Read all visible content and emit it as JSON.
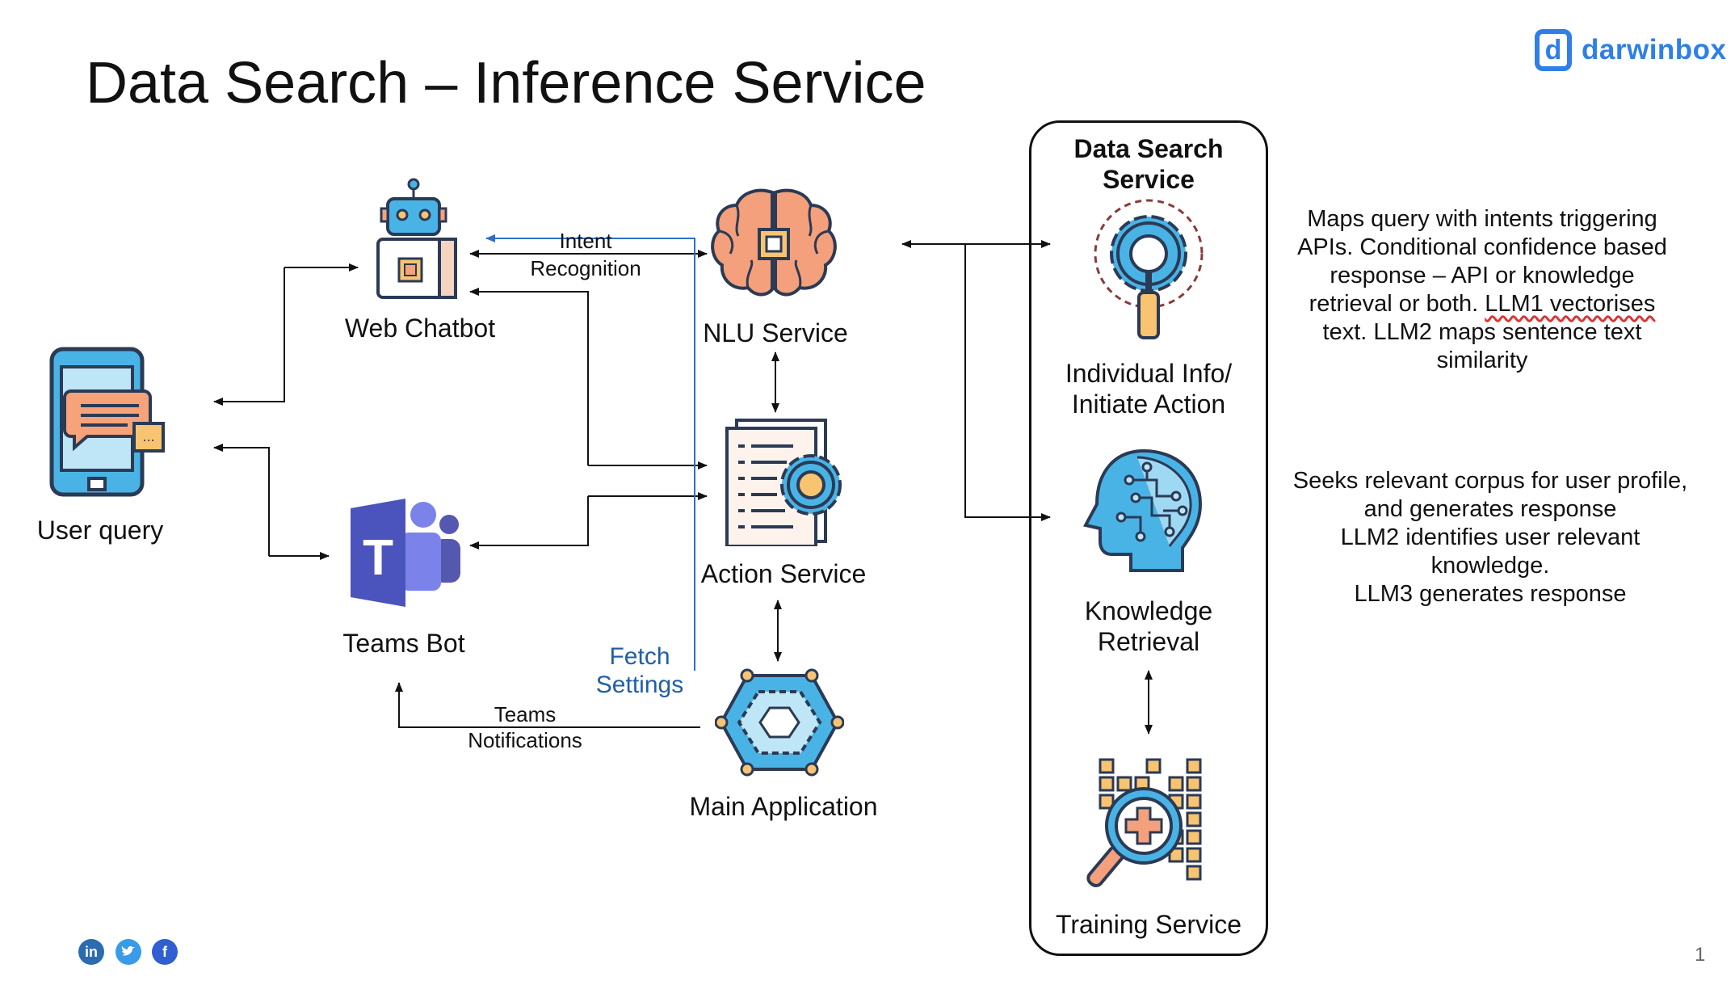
{
  "title": "Data Search – Inference Service",
  "logo": {
    "text": "darwinbox",
    "mark": "d"
  },
  "nodes": {
    "user_query": "User query",
    "web_chatbot": "Web Chatbot",
    "teams_bot": "Teams Bot",
    "nlu_service": "NLU Service",
    "action_service": "Action Service",
    "main_application": "Main Application"
  },
  "edge_labels": {
    "intent_line1": "Intent",
    "intent_line2": "Recognition",
    "fetch_line1": "Fetch",
    "fetch_line2": "Settings",
    "teams_line1": "Teams",
    "teams_line2": "Notifications"
  },
  "data_search_service": {
    "title_line1": "Data Search",
    "title_line2": "Service",
    "individual_line1": "Individual Info/",
    "individual_line2": "Initiate Action",
    "knowledge_line1": "Knowledge",
    "knowledge_line2": "Retrieval",
    "training": "Training Service"
  },
  "descriptions": {
    "first": {
      "l1": "Maps query with intents triggering",
      "l2": "APIs. Conditional confidence based",
      "l3": "response – API or knowledge",
      "l4a": "retrieval or both. ",
      "l4b": "LLM1 vectorises",
      "l5": "text. LLM2 maps sentence text",
      "l6": "similarity"
    },
    "second": {
      "l1": "Seeks relevant corpus for user profile,",
      "l2": "and generates response",
      "l3": "LLM2 identifies user relevant",
      "l4": "knowledge.",
      "l5": "LLM3 generates response"
    }
  },
  "social_icons": [
    "linkedin-icon",
    "twitter-icon",
    "facebook-icon"
  ],
  "page_number": "1",
  "colors": {
    "brand": "#2f7fe8",
    "fetch_line": "#2f6fc9",
    "teams": "#5558af"
  }
}
